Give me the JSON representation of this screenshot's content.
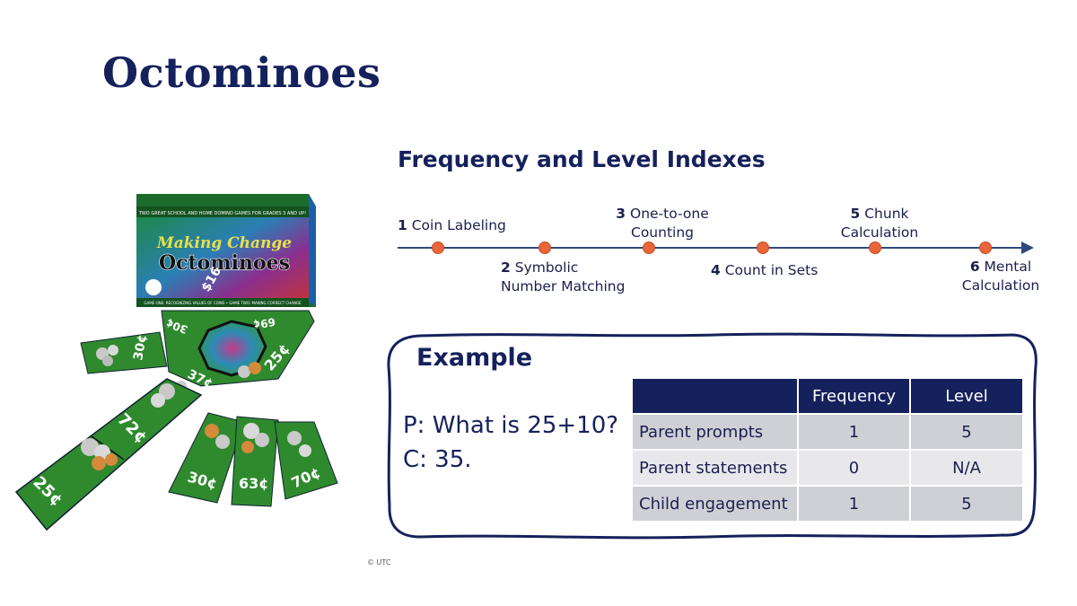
{
  "slide": {
    "title": "Octominoes",
    "subtitle": "Frequency and Level Indexes"
  },
  "timeline": {
    "line_color": "#2e4a7a",
    "dot_color": "#e8663a",
    "steps": [
      {
        "num": "1",
        "label": "Coin Labeling"
      },
      {
        "num": "2",
        "label": "Symbolic Number Matching"
      },
      {
        "num": "3",
        "label": "One-to-one Counting"
      },
      {
        "num": "4",
        "label": "Count in Sets"
      },
      {
        "num": "5",
        "label": "Chunk Calculation"
      },
      {
        "num": "6",
        "label": "Mental Calculation"
      }
    ]
  },
  "example": {
    "title": "Example",
    "prompt_line": "P: What is 25+10?",
    "answer_line": "C: 35.",
    "table": {
      "headers": [
        "",
        "Frequency",
        "Level"
      ],
      "rows": [
        {
          "label": "Parent prompts",
          "frequency": "1",
          "level": "5"
        },
        {
          "label": "Parent statements",
          "frequency": "0",
          "level": "N/A"
        },
        {
          "label": "Child engagement",
          "frequency": "1",
          "level": "5"
        }
      ]
    }
  },
  "product": {
    "box_brand": "Making Change",
    "box_title": "Octominoes",
    "box_tagline": "TWO GREAT SCHOOL AND HOME DOMINO GAMES FOR GRADES 3 AND UP!",
    "box_footer": "GAME ONE: RECOGNIZING VALUES OF COINS • GAME TWO: MAKING CORRECT CHANGE",
    "tile_values": [
      "30¢",
      "37¢",
      "25¢",
      "72¢",
      "25¢",
      "30¢",
      "63¢",
      "70¢",
      "30¢",
      "69¢",
      "$16"
    ],
    "felt_color": "#2f8a2e"
  },
  "footer": {
    "copyright": "© UTC"
  }
}
